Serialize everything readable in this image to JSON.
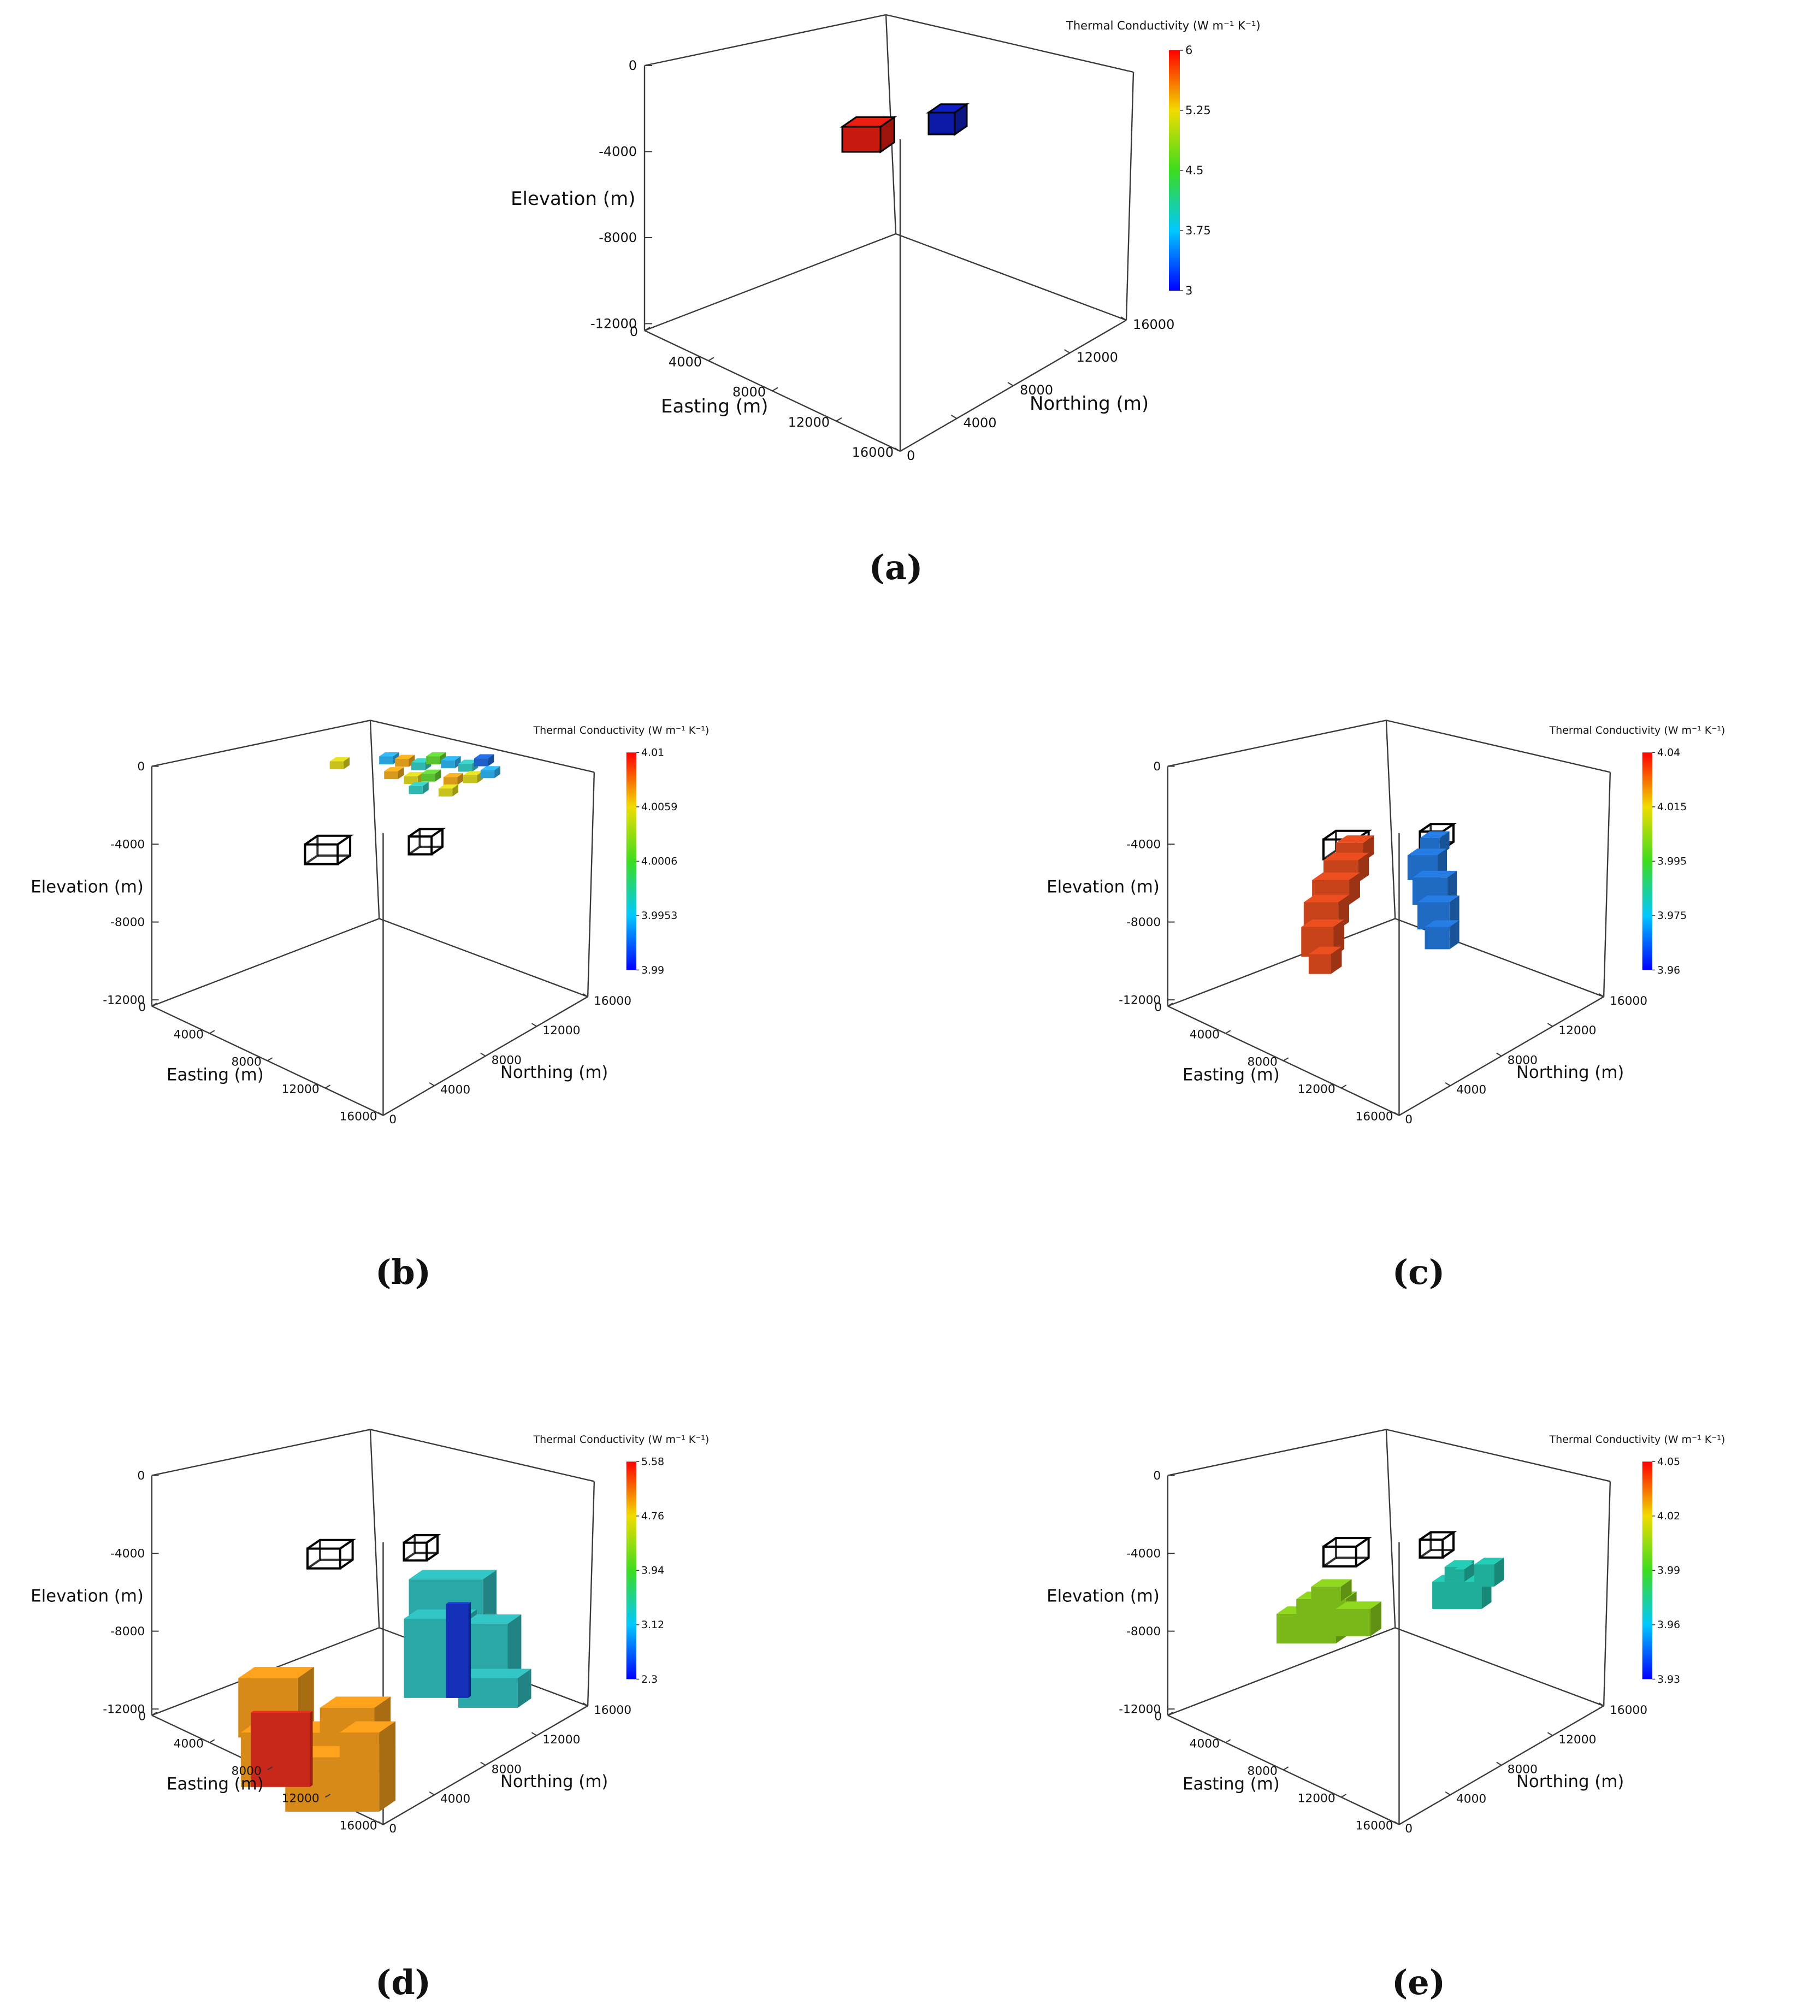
{
  "chart_data": [
    {
      "panel": "a",
      "type": "3d-voxel",
      "caption": "(a)",
      "colorbar": {
        "title": "Thermal Conductivity (W m⁻¹ K⁻¹)",
        "ticks": [
          "6",
          "5.25",
          "4.5",
          "3.75",
          "3"
        ],
        "range": [
          3,
          6
        ]
      },
      "axes": {
        "elevation": {
          "label": "Elevation (m)",
          "ticks": [
            "0",
            "-4000",
            "-8000",
            "-12000"
          ]
        },
        "easting": {
          "label": "Easting (m)",
          "ticks": [
            "0",
            "4000",
            "8000",
            "12000",
            "16000"
          ]
        },
        "northing": {
          "label": "Northing (m)",
          "ticks": [
            "0",
            "4000",
            "8000",
            "12000",
            "16000"
          ]
        }
      },
      "colors": {
        "block_a": "#c8190f",
        "block_b": "#0d1aa8"
      }
    },
    {
      "panel": "b",
      "type": "3d-voxel",
      "caption": "(b)",
      "colorbar": {
        "title": "Thermal Conductivity (W m⁻¹ K⁻¹)",
        "ticks": [
          "4.01",
          "4.0059",
          "4.0006",
          "3.9953",
          "3.99"
        ],
        "range": [
          3.99,
          4.01
        ]
      },
      "axes": {
        "elevation": {
          "label": "Elevation (m)",
          "ticks": [
            "0",
            "-4000",
            "-8000",
            "-12000"
          ]
        },
        "easting": {
          "label": "Easting (m)",
          "ticks": [
            "0",
            "4000",
            "8000",
            "12000",
            "16000"
          ]
        },
        "northing": {
          "label": "Northing (m)",
          "ticks": [
            "0",
            "4000",
            "8000",
            "12000",
            "16000"
          ]
        }
      },
      "colors": {
        "voxels": [
          "#c8c21e",
          "#2aa0d8",
          "#d89a1c",
          "#30b8b0",
          "#5ac230",
          "#1e60c8"
        ]
      }
    },
    {
      "panel": "c",
      "type": "3d-voxel",
      "caption": "(c)",
      "colorbar": {
        "title": "Thermal Conductivity (W m⁻¹ K⁻¹)",
        "ticks": [
          "4.04",
          "4.015",
          "3.995",
          "3.975",
          "3.96"
        ],
        "range": [
          3.96,
          4.04
        ]
      },
      "axes": {
        "elevation": {
          "label": "Elevation (m)",
          "ticks": [
            "0",
            "-4000",
            "-8000",
            "-12000"
          ]
        },
        "easting": {
          "label": "Easting (m)",
          "ticks": [
            "0",
            "4000",
            "8000",
            "12000",
            "16000"
          ]
        },
        "northing": {
          "label": "Northing (m)",
          "ticks": [
            "0",
            "4000",
            "8000",
            "12000",
            "16000"
          ]
        }
      },
      "colors": {
        "body_a": "#c8421a",
        "body_b": "#1f6ac2"
      }
    },
    {
      "panel": "d",
      "type": "3d-voxel",
      "caption": "(d)",
      "colorbar": {
        "title": "Thermal Conductivity (W m⁻¹ K⁻¹)",
        "ticks": [
          "5.58",
          "4.76",
          "3.94",
          "3.12",
          "2.3"
        ],
        "range": [
          2.3,
          5.58
        ]
      },
      "axes": {
        "elevation": {
          "label": "Elevation (m)",
          "ticks": [
            "0",
            "-4000",
            "-8000",
            "-12000"
          ]
        },
        "easting": {
          "label": "Easting (m)",
          "ticks": [
            "0",
            "4000",
            "8000",
            "12000",
            "16000"
          ]
        },
        "northing": {
          "label": "Northing (m)",
          "ticks": [
            "0",
            "4000",
            "8000",
            "12000",
            "16000"
          ]
        }
      },
      "colors": {
        "body_a": "#d88a18",
        "body_a_core": "#c8281a",
        "body_b": "#2aa8a8",
        "body_b_core": "#1530b8"
      }
    },
    {
      "panel": "e",
      "type": "3d-voxel",
      "caption": "(e)",
      "colorbar": {
        "title": "Thermal Conductivity (W m⁻¹ K⁻¹)",
        "ticks": [
          "4.05",
          "4.02",
          "3.99",
          "3.96",
          "3.93"
        ],
        "range": [
          3.93,
          4.05
        ]
      },
      "axes": {
        "elevation": {
          "label": "Elevation (m)",
          "ticks": [
            "0",
            "-4000",
            "-8000",
            "-12000"
          ]
        },
        "easting": {
          "label": "Easting (m)",
          "ticks": [
            "0",
            "4000",
            "8000",
            "12000",
            "16000"
          ]
        },
        "northing": {
          "label": "Northing (m)",
          "ticks": [
            "0",
            "4000",
            "8000",
            "12000",
            "16000"
          ]
        }
      },
      "colors": {
        "body_a": "#7ab81a",
        "body_b": "#1fae9a"
      }
    }
  ]
}
